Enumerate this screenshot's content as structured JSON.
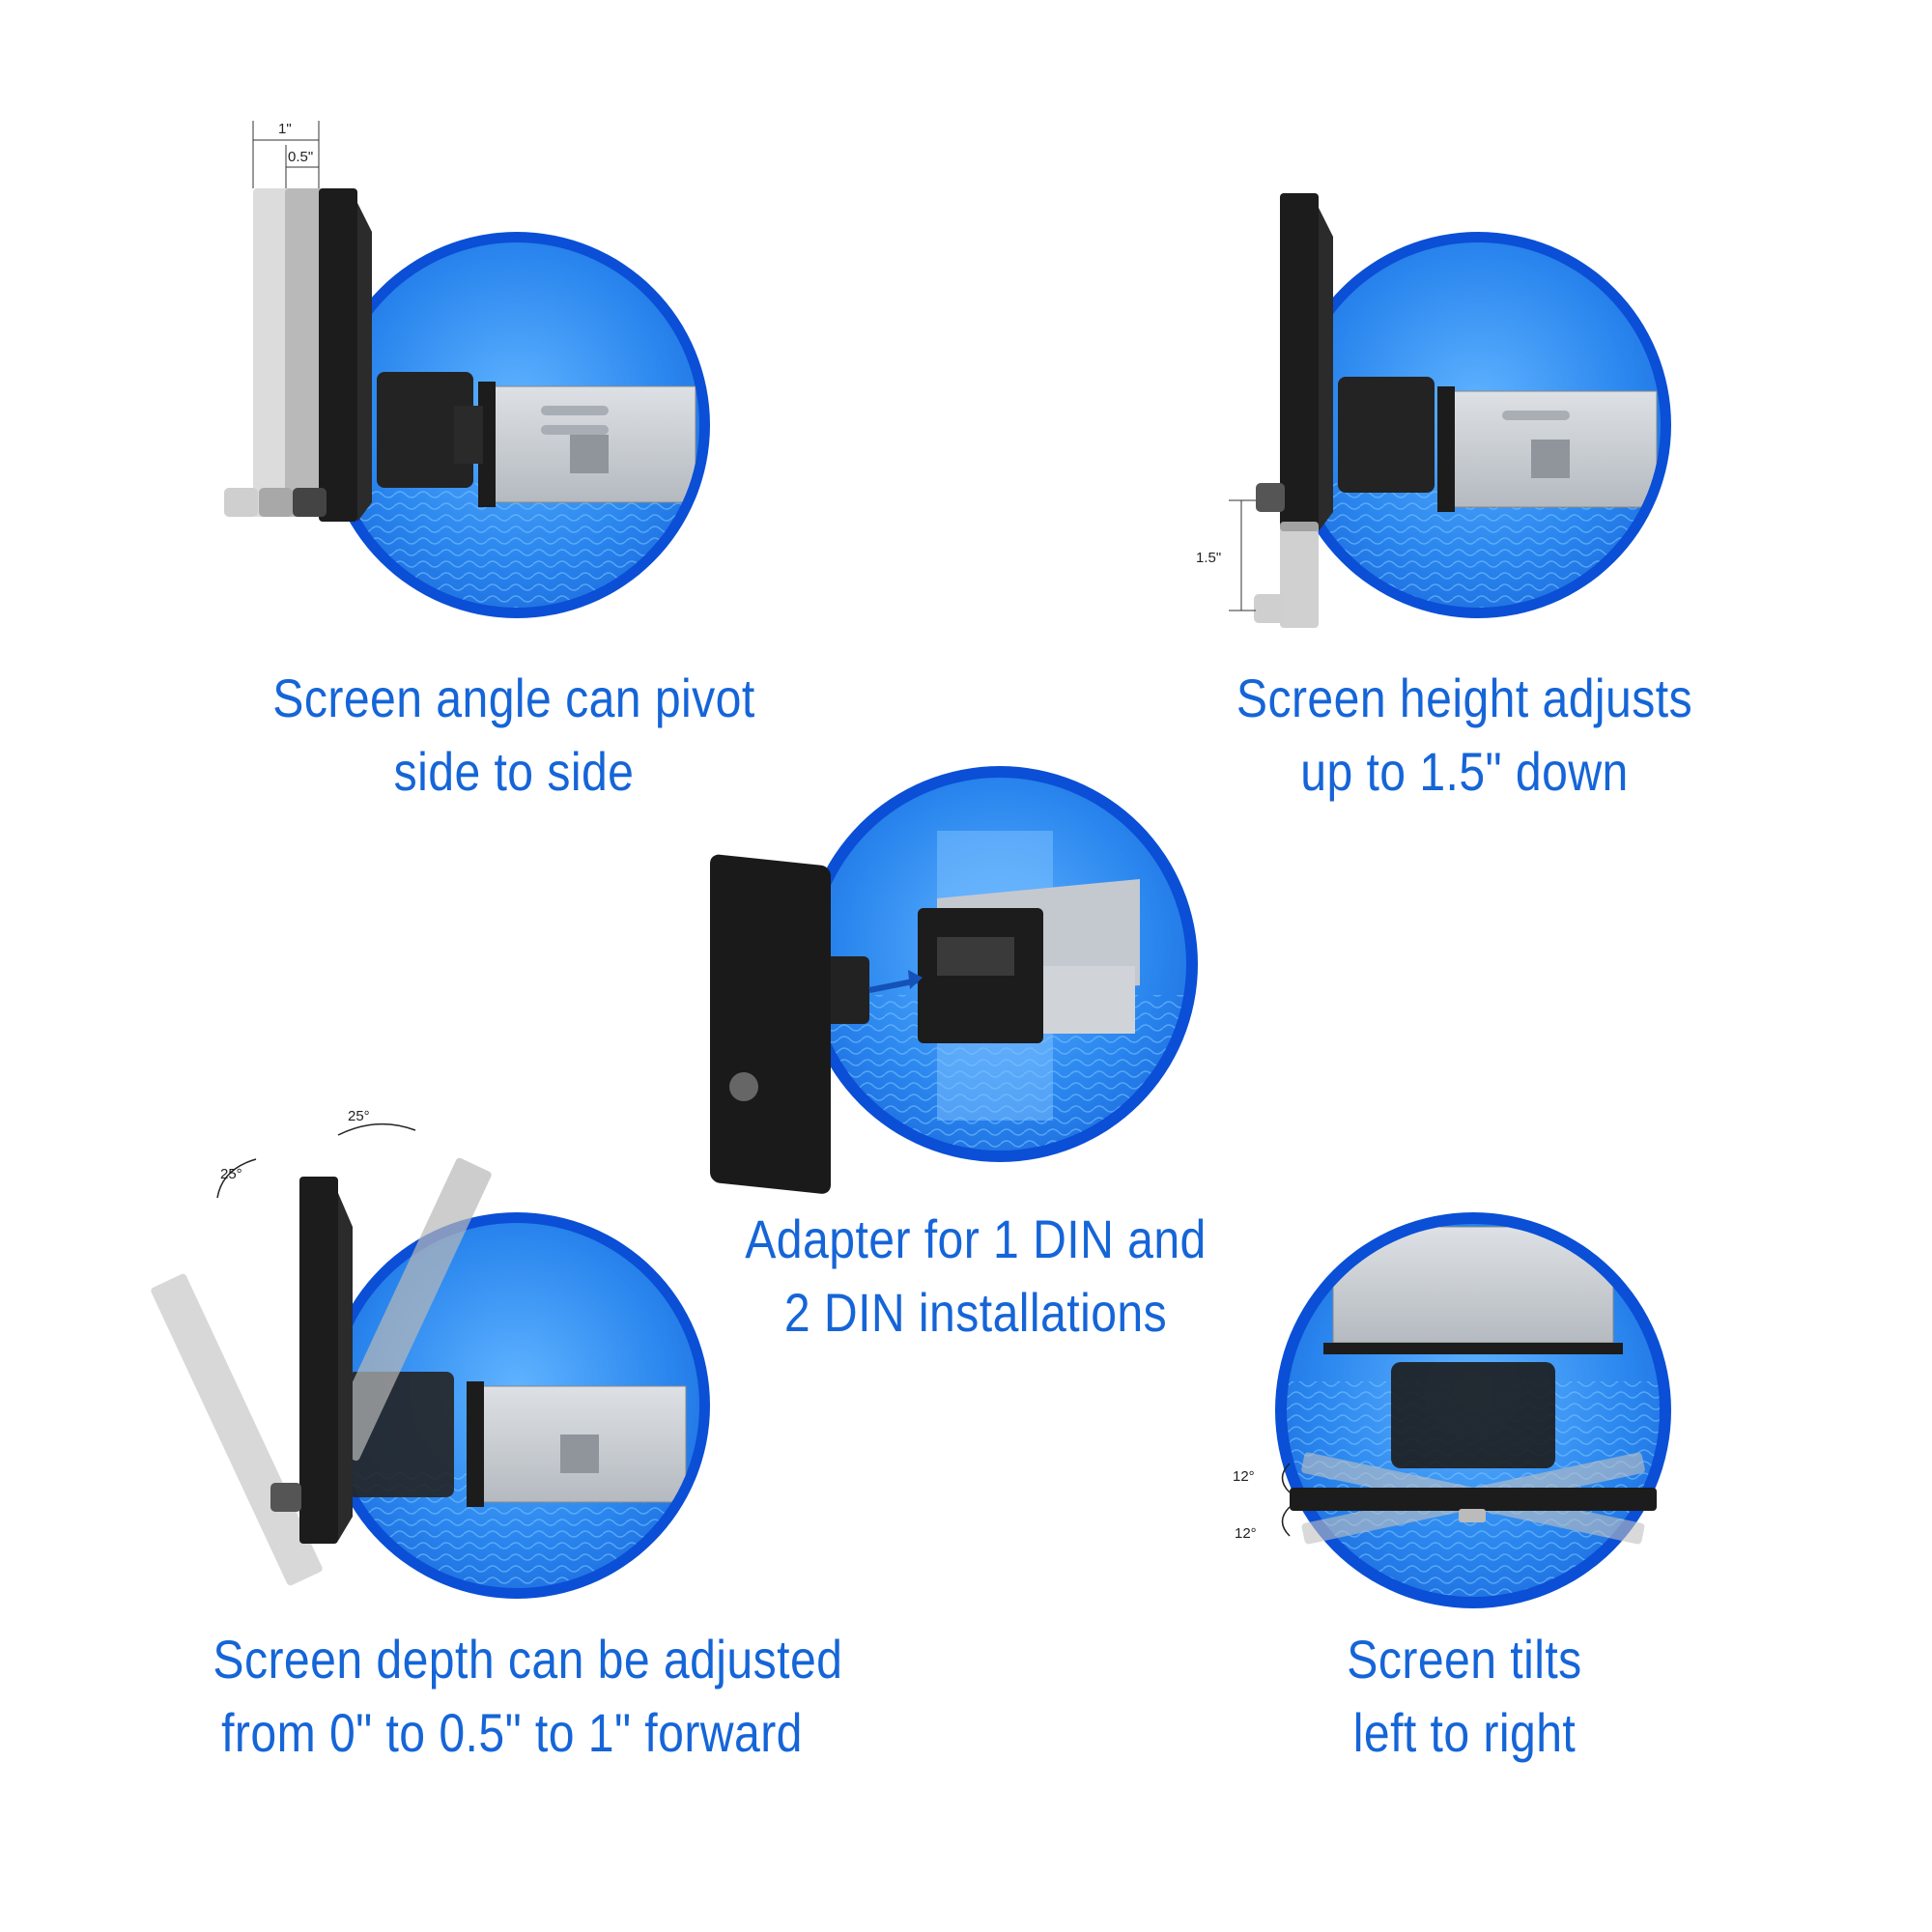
{
  "panels": {
    "pivot": {
      "caption_line1": "Screen angle can pivot",
      "caption_line2": "side to side",
      "dim_1": "1\"",
      "dim_2": "0.5\""
    },
    "height": {
      "caption_line1": "Screen height adjusts",
      "caption_line2": "up to 1.5\" down",
      "dim": "1.5\""
    },
    "adapter": {
      "caption_line1": "Adapter for 1 DIN and",
      "caption_line2": "2 DIN installations"
    },
    "depth": {
      "caption_line1": "Screen depth can be adjusted",
      "caption_line2": "from 0\" to 0.5\" to 1\" forward",
      "angle_1": "25°",
      "angle_2": "25°"
    },
    "tilt": {
      "caption_line1": "Screen tilts",
      "caption_line2": "left to right",
      "angle_1": "12°",
      "angle_2": "12°"
    }
  },
  "colors": {
    "circle_ring": "#0a4fd6",
    "circle_fill": "#2f8ff0",
    "caption": "#1565d8",
    "device": "#1c1c1c",
    "chassis": "#c9cdd2"
  }
}
